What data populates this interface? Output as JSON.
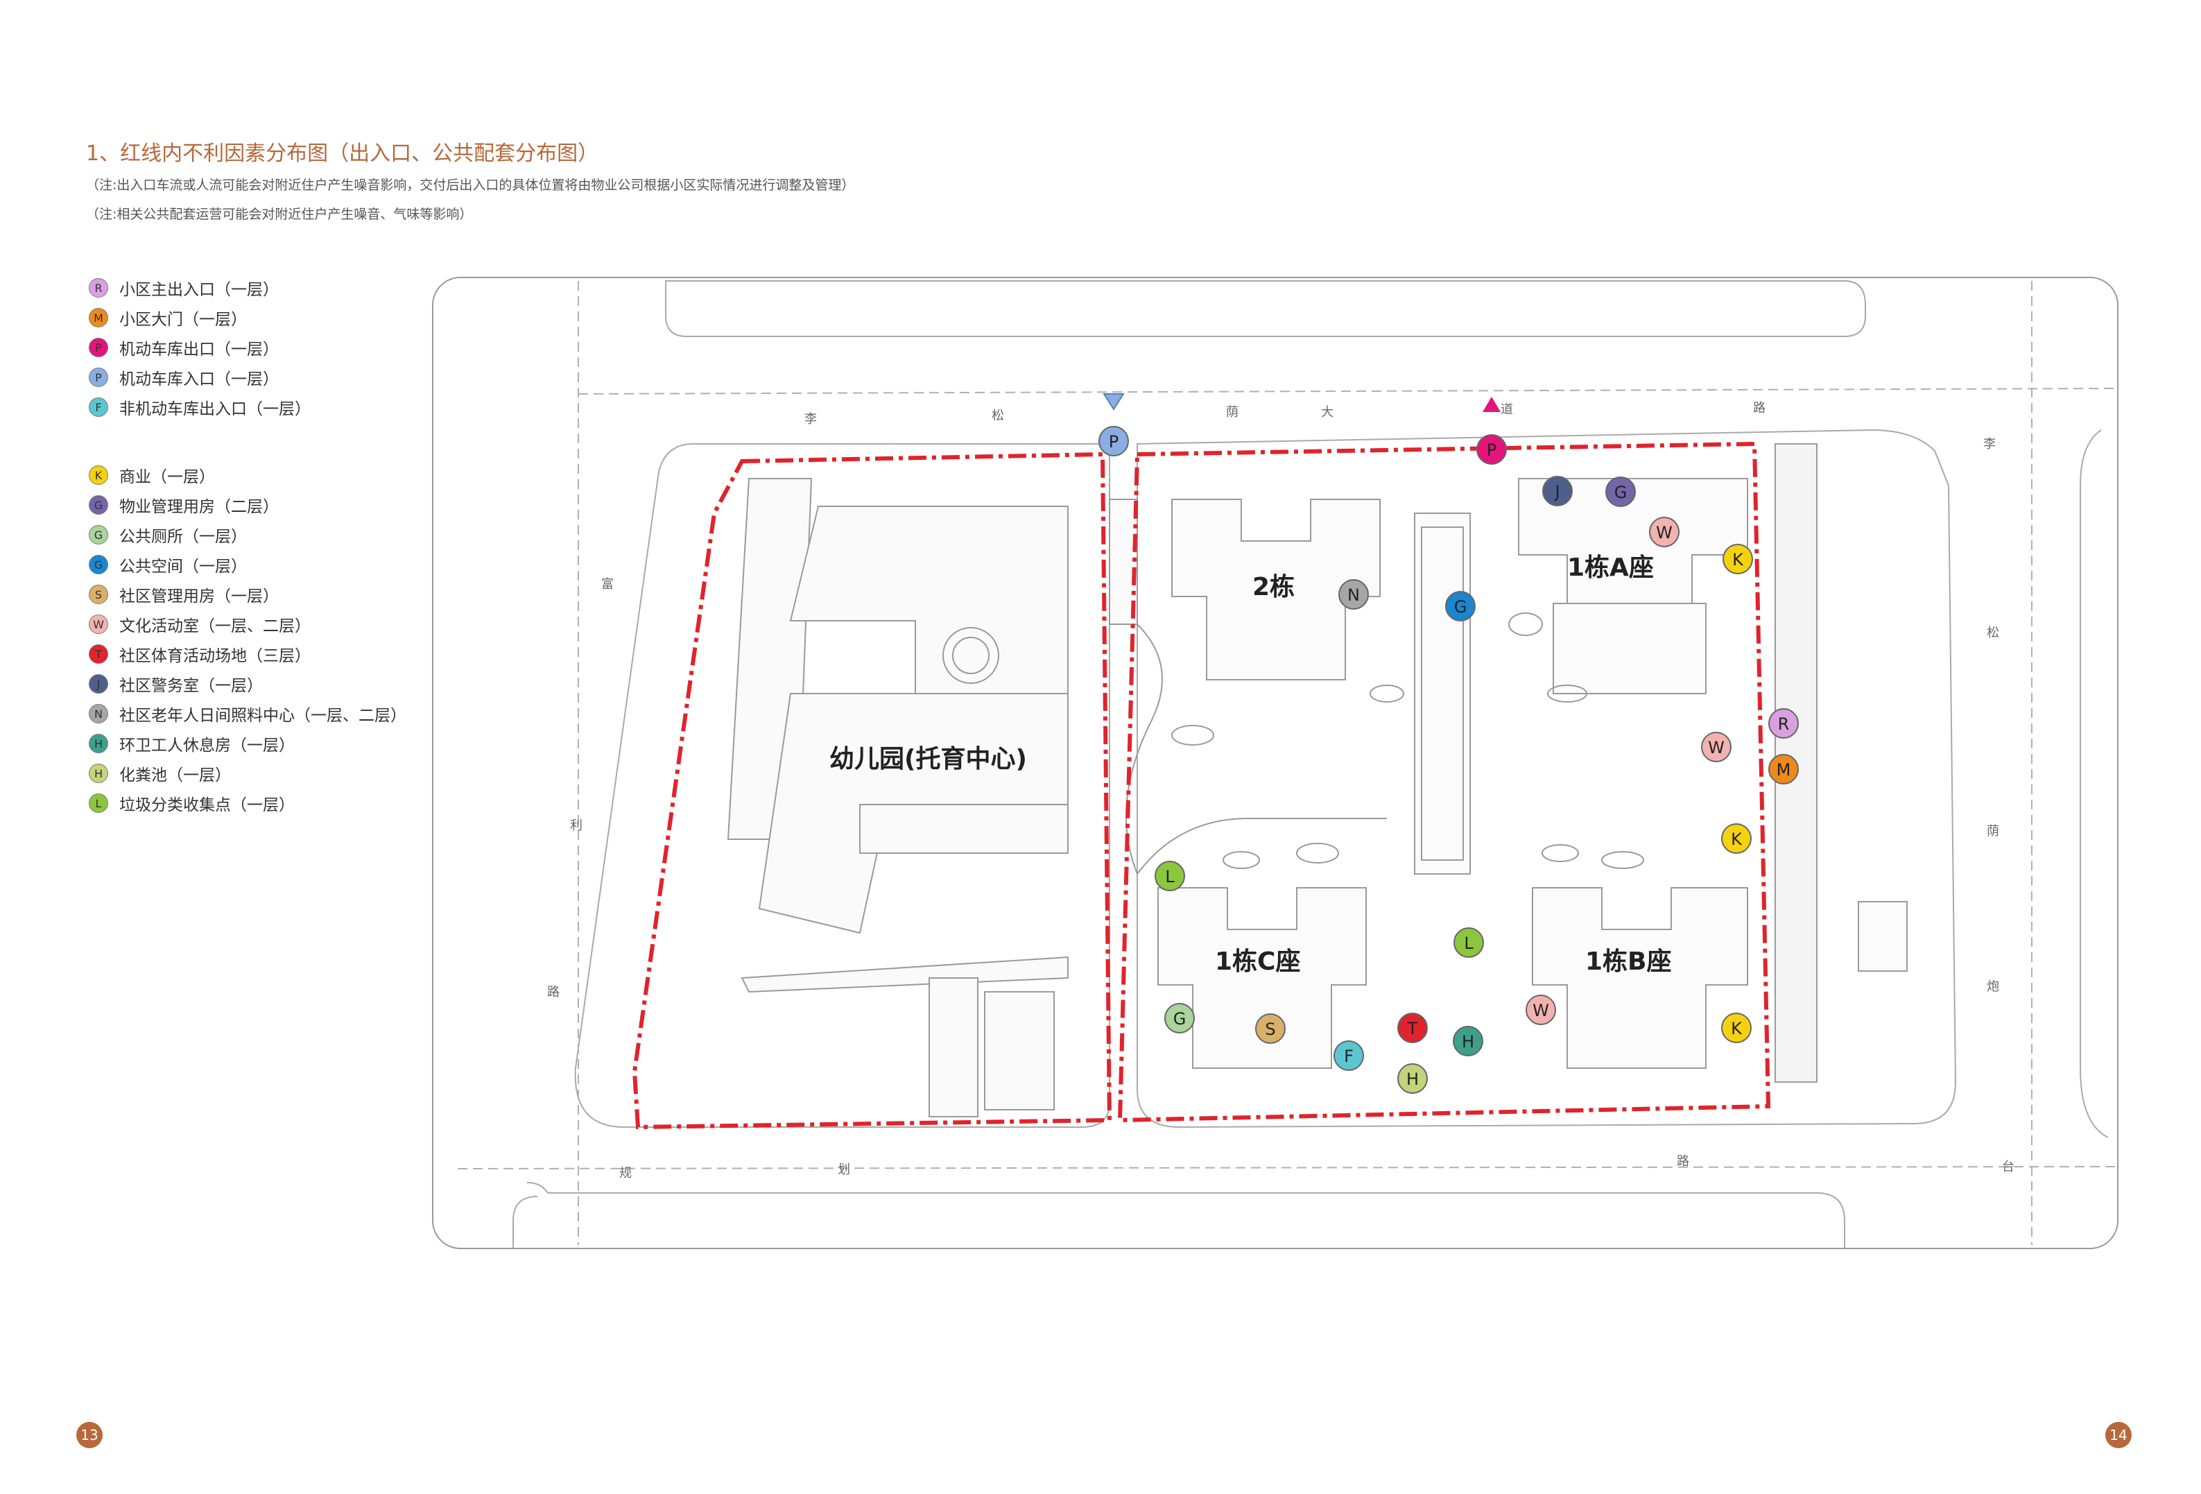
{
  "header": {
    "title": "1、红线内不利因素分布图（出入口、公共配套分布图）",
    "note_1": "（注:出入口车流或人流可能会对附近住户产生噪音影响，交付后出入口的具体位置将由物业公司根据小区实际情况进行调整及管理）",
    "note_2": "（注:相关公共配套运营可能会对附近住户产生噪音、气味等影响）"
  },
  "legend": {
    "entrances": [
      {
        "code": "R",
        "label": "小区主出入口（一层）",
        "color": "#d9a0e0"
      },
      {
        "code": "M",
        "label": "小区大门（一层）",
        "color": "#ee8a1c"
      },
      {
        "code": "P",
        "label": "机动车库出口（一层）",
        "color": "#e4147c"
      },
      {
        "code": "P",
        "label": "机动车库入口（一层）",
        "color": "#8aaee2"
      },
      {
        "code": "F",
        "label": "非机动车库出入口（一层）",
        "color": "#5bc6d2"
      }
    ],
    "facilities": [
      {
        "code": "K",
        "label": "商业（一层）",
        "color": "#f5d20f"
      },
      {
        "code": "G",
        "label": "物业管理用房（二层）",
        "color": "#7265a8"
      },
      {
        "code": "G",
        "label": "公共厕所（一层）",
        "color": "#a9d49c"
      },
      {
        "code": "G",
        "label": "公共空间（一层）",
        "color": "#1a86cf"
      },
      {
        "code": "S",
        "label": "社区管理用房（一层）",
        "color": "#d9b06a"
      },
      {
        "code": "W",
        "label": "文化活动室（一层、二层）",
        "color": "#f2b3b0"
      },
      {
        "code": "T",
        "label": "社区体育活动场地（三层）",
        "color": "#e0242c"
      },
      {
        "code": "J",
        "label": "社区警务室（一层）",
        "color": "#4f5f8c"
      },
      {
        "code": "N",
        "label": "社区老年人日间照料中心（一层、二层）",
        "color": "#a6a6a6"
      },
      {
        "code": "H",
        "label": "环卫工人休息房（一层）",
        "color": "#3ea08a"
      },
      {
        "code": "H",
        "label": "化粪池（一层）",
        "color": "#c4d47a"
      },
      {
        "code": "L",
        "label": "垃圾分类收集点（一层）",
        "color": "#8cc63e"
      }
    ]
  },
  "map": {
    "buildings": {
      "kindergarten": "幼儿园(托育中心)",
      "b2": "2栋",
      "b1a": "1栋A座",
      "b1b": "1栋B座",
      "b1c": "1栋C座"
    },
    "road_chars": {
      "top": [
        "李",
        "松",
        "荫",
        "大",
        "道",
        "路"
      ],
      "left": [
        "富",
        "利",
        "路"
      ],
      "bottom": [
        "规",
        "划",
        "路",
        "台"
      ],
      "right_far": [
        "李"
      ],
      "right": [
        "松",
        "荫",
        "炮"
      ]
    },
    "markers": [
      {
        "code": "P",
        "color": "#8aaee2"
      },
      {
        "code": "P",
        "color": "#e4147c"
      },
      {
        "code": "J",
        "color": "#4f5f8c"
      },
      {
        "code": "G",
        "color": "#7265a8"
      },
      {
        "code": "W",
        "color": "#f2b3b0"
      },
      {
        "code": "K",
        "color": "#f5d20f"
      },
      {
        "code": "N",
        "color": "#a6a6a6"
      },
      {
        "code": "G",
        "color": "#1a86cf"
      },
      {
        "code": "R",
        "color": "#d9a0e0"
      },
      {
        "code": "M",
        "color": "#ee8a1c"
      },
      {
        "code": "W",
        "color": "#f2b3b0"
      },
      {
        "code": "K",
        "color": "#f5d20f"
      },
      {
        "code": "L",
        "color": "#8cc63e"
      },
      {
        "code": "L",
        "color": "#8cc63e"
      },
      {
        "code": "W",
        "color": "#f2b3b0"
      },
      {
        "code": "K",
        "color": "#f5d20f"
      },
      {
        "code": "G",
        "color": "#a9d49c"
      },
      {
        "code": "S",
        "color": "#d9b06a"
      },
      {
        "code": "F",
        "color": "#5bc6d2"
      },
      {
        "code": "T",
        "color": "#e0242c"
      },
      {
        "code": "H",
        "color": "#3ea08a"
      },
      {
        "code": "H",
        "color": "#c4d47a"
      }
    ],
    "redline_color": "#e0242c"
  },
  "pages": {
    "left": "13",
    "right": "14"
  }
}
